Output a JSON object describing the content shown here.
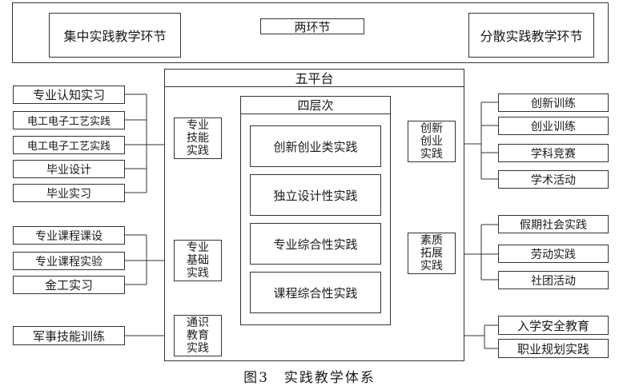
{
  "top": {
    "left_label": "集中实践教学环节",
    "center_label": "两环节",
    "right_label": "分散实践教学环节"
  },
  "platform": {
    "title": "五平台"
  },
  "layers": {
    "title": "四层次",
    "items": [
      "创新创业类实践",
      "独立设计性实践",
      "专业综合性实践",
      "课程综合性实践"
    ]
  },
  "left_platforms": {
    "skill": [
      "专业",
      "技能",
      "实践"
    ],
    "basic": [
      "专业",
      "基础",
      "实践"
    ],
    "general": [
      "通识",
      "教育",
      "实践"
    ]
  },
  "right_platforms": {
    "innovation": [
      "创新",
      "创业",
      "实践"
    ],
    "quality": [
      "素质",
      "拓展",
      "实践"
    ]
  },
  "left_items": {
    "skill": [
      "专业认知实习",
      "电工电子工艺实践",
      "电工电子工艺实践",
      "毕业设计",
      "毕业实习"
    ],
    "basic": [
      "专业课程课设",
      "专业课程实验",
      "金工实习"
    ],
    "general": [
      "军事技能训练"
    ]
  },
  "right_items": {
    "innovation": [
      "创新训练",
      "创业训练",
      "学科竞赛",
      "学术活动"
    ],
    "quality": [
      "假期社会实践",
      "劳动实践",
      "社团活动"
    ],
    "general": [
      "入学安全教育",
      "职业规划实践"
    ]
  },
  "caption": "图3　实践教学体系"
}
